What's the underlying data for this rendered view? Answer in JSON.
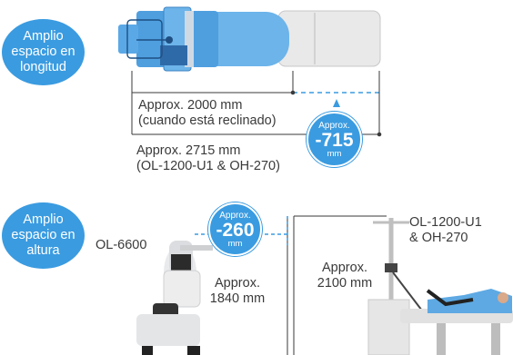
{
  "length_section": {
    "badge": "Amplio\nespacio en\nlongitud",
    "reclined": {
      "line1": "Approx. 2000 mm",
      "line2": "(cuando está reclinado)"
    },
    "full": {
      "line1": "Approx. 2715 mm",
      "line2": "(OL-1200-U1 & OH-270)"
    },
    "difference": {
      "prefix": "Approx.",
      "value": "-715",
      "unit": "mm"
    }
  },
  "height_section": {
    "badge": "Amplio\nespacio en\naltura",
    "model_left": "OL-6600",
    "model_right": {
      "line1": "OL-1200-U1",
      "line2": "& OH-270"
    },
    "height_left": {
      "line1": "Approx.",
      "line2": "1840 mm"
    },
    "height_right": {
      "line1": "Approx.",
      "line2": "2100 mm"
    },
    "difference": {
      "prefix": "Approx.",
      "value": "-260",
      "unit": "mm"
    }
  },
  "colors": {
    "accent": "#3a9be0",
    "chair_blue": "#5aa8e6",
    "chair_dark": "#2f6aa8",
    "table_gray": "#e6e6e6",
    "text": "#3a3a3a"
  }
}
